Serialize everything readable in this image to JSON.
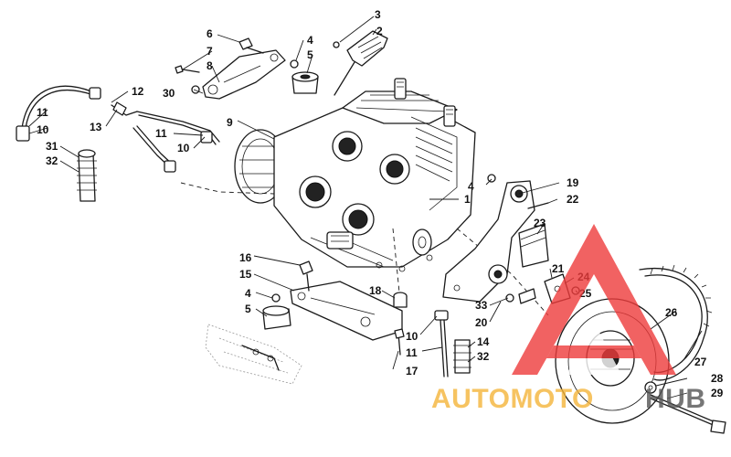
{
  "callouts": [
    "1",
    "2",
    "3",
    "4",
    "4",
    "4",
    "5",
    "5",
    "6",
    "7",
    "8",
    "9",
    "10",
    "10",
    "10",
    "11",
    "11",
    "11",
    "12",
    "13",
    "14",
    "15",
    "16",
    "17",
    "18",
    "19",
    "20",
    "21",
    "22",
    "23",
    "24",
    "25",
    "26",
    "27",
    "28",
    "29",
    "30",
    "31",
    "32",
    "32",
    "33"
  ],
  "watermark": {
    "text": "AUTOMOTOHUB",
    "prefix": "AUTOMOTO",
    "suffix": "HUB",
    "logo": "triangle-a-logo",
    "colors": {
      "logo": "#ee3b3b",
      "prefix": "#f5b53a",
      "suffix": "#555555"
    }
  }
}
